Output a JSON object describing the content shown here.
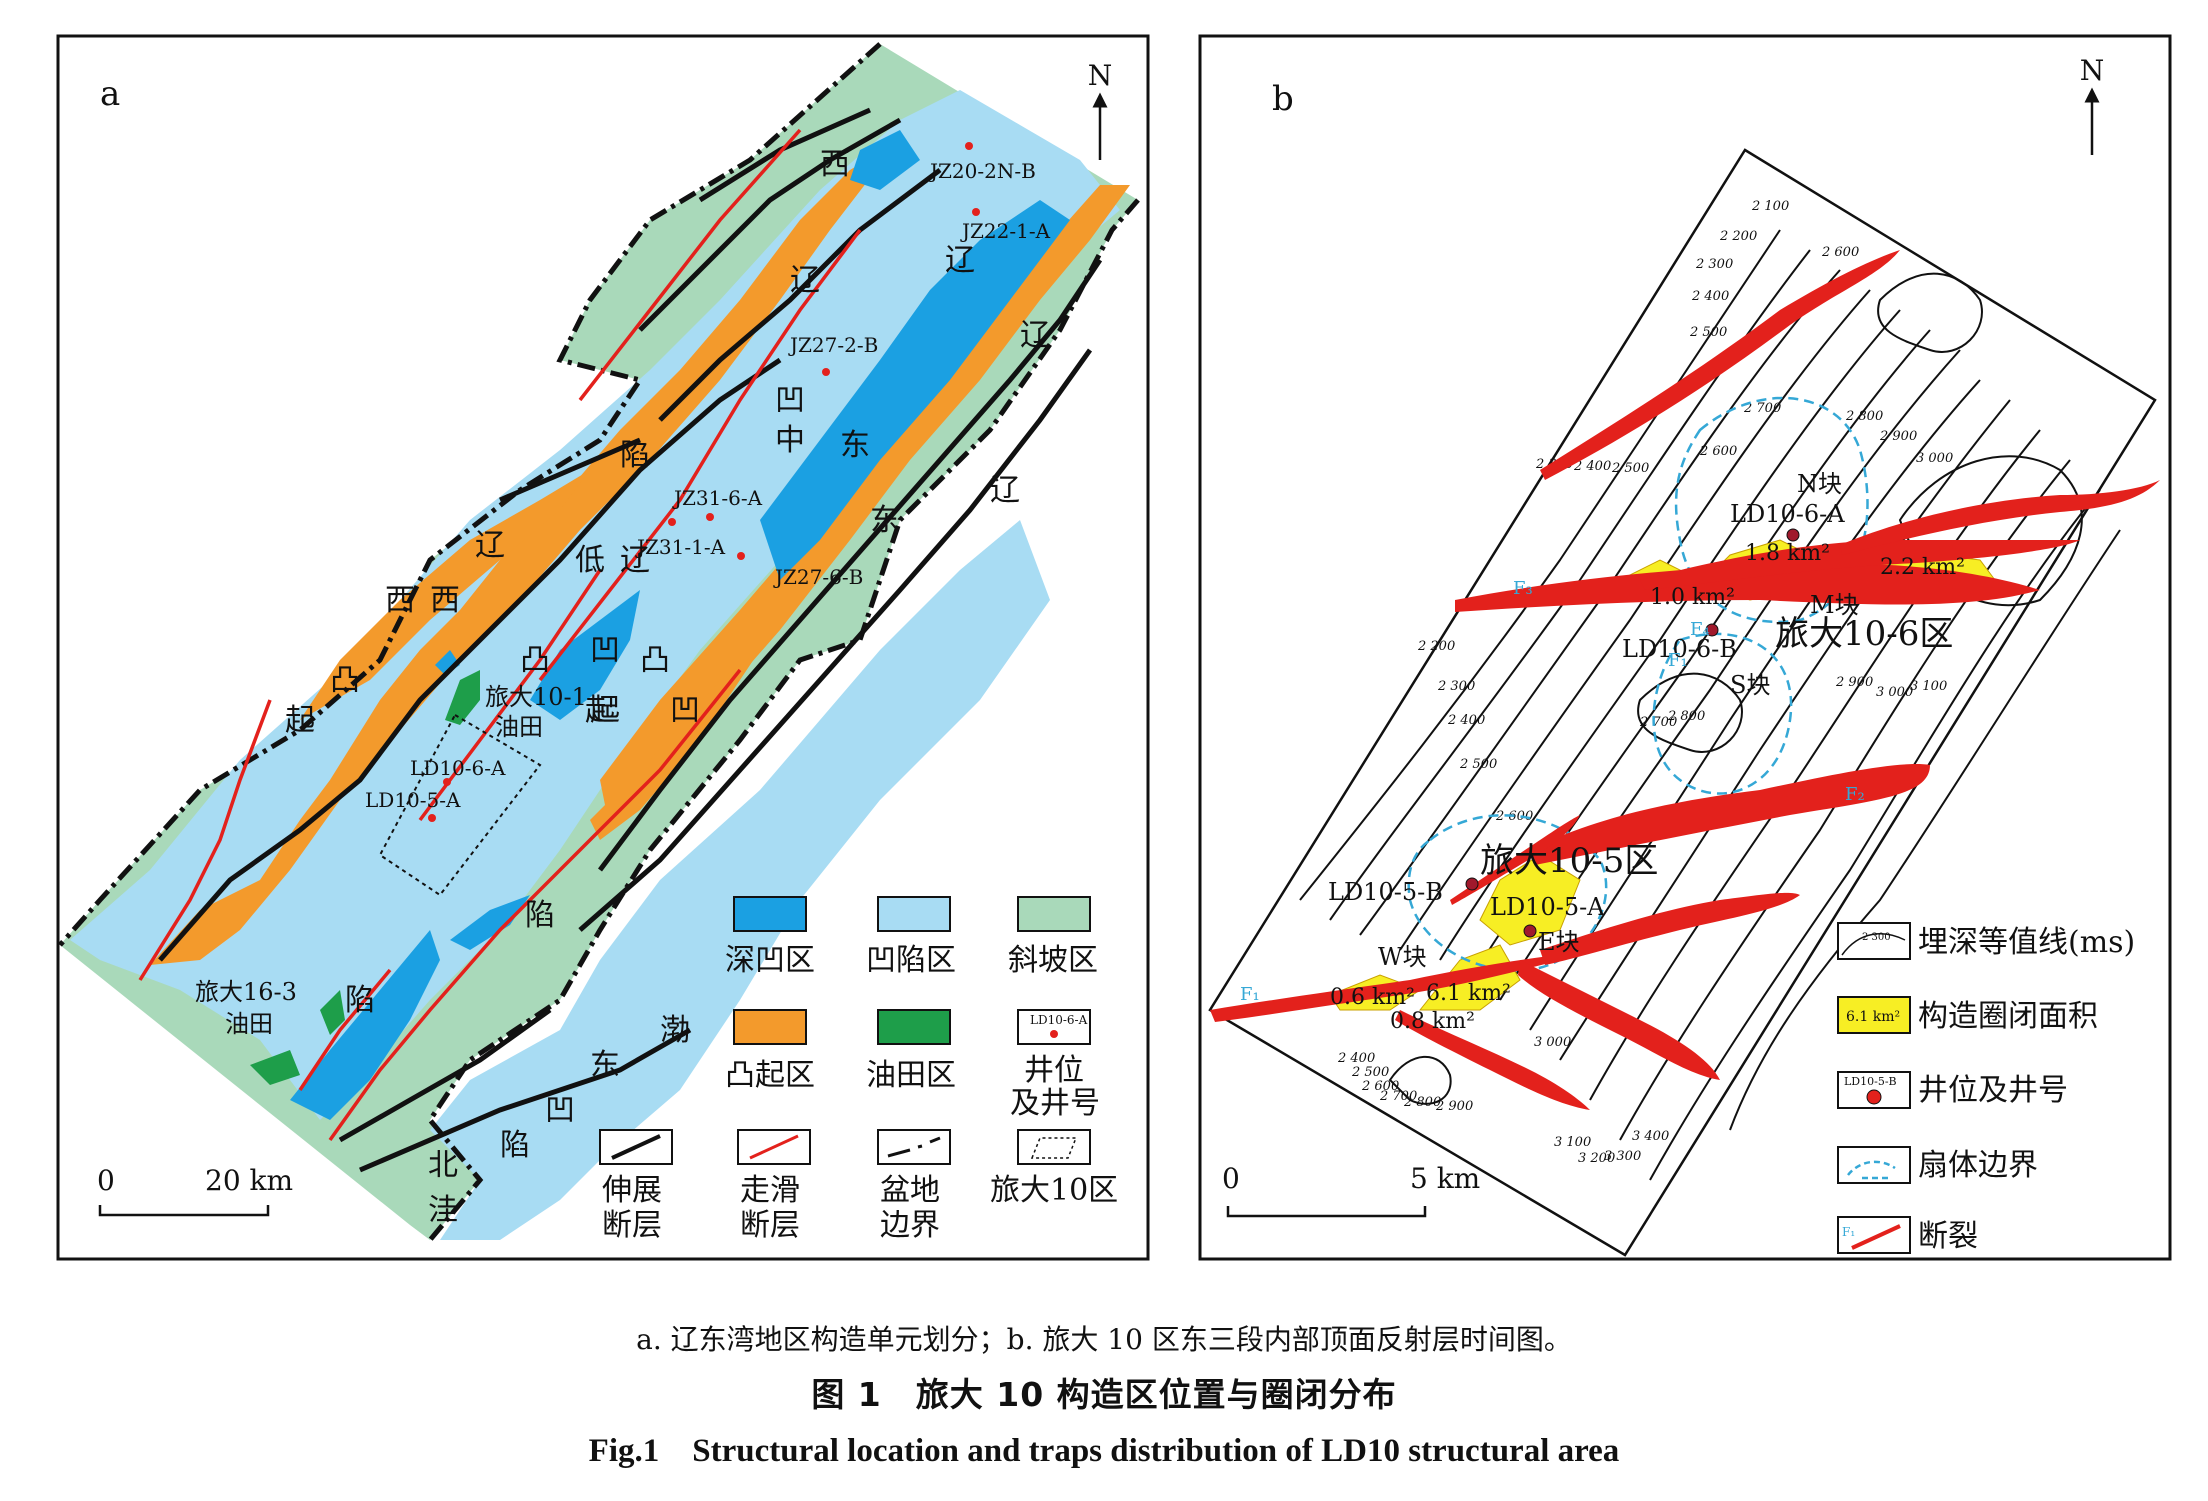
{
  "panel_a": {
    "letter": "a",
    "north": "N",
    "scale": {
      "zero": "0",
      "distance": "20 km"
    },
    "units": [
      "西",
      "辽",
      "凹",
      "陷",
      "辽",
      "西",
      "凸",
      "起",
      "辽",
      "西",
      "低",
      "凸",
      "起",
      "辽",
      "中",
      "凹",
      "陷",
      "辽",
      "东",
      "凸",
      "起",
      "辽",
      "东",
      "凹",
      "陷",
      "渤",
      "东",
      "凹",
      "陷",
      "北",
      "洼"
    ],
    "oilfields": [
      "旅大10-1",
      "油田",
      "旅大16-3",
      "油田"
    ],
    "wells": [
      "JZ20-2N-B",
      "JZ22-1-A",
      "JZ27-2-B",
      "JZ31-6-A",
      "JZ31-1-A",
      "JZ27-6-B",
      "LD10-6-A",
      "LD10-5-A"
    ],
    "legend": {
      "deep_sag": "深凹区",
      "sag": "凹陷区",
      "slope": "斜坡区",
      "uplift": "凸起区",
      "oilfield": "油田区",
      "well_sample": "LD10-6-A",
      "well_line1": "井位",
      "well_line2": "及井号",
      "ext_fault_1": "伸展",
      "ext_fault_2": "断层",
      "ss_fault_1": "走滑",
      "ss_fault_2": "断层",
      "basin_1": "盆地",
      "basin_2": "边界",
      "ld10_area": "旅大10区"
    }
  },
  "panel_b": {
    "letter": "b",
    "north": "N",
    "scale": {
      "zero": "0",
      "distance": "5 km"
    },
    "blocks": [
      "N块",
      "M块",
      "S块",
      "W块",
      "E块"
    ],
    "areas": [
      "旅大10-6区",
      "旅大10-5区"
    ],
    "wells": [
      "LD10-6-A",
      "LD10-6-B",
      "LD10-5-B",
      "LD10-5-A"
    ],
    "closures": [
      "1.8 km²",
      "2.2 km²",
      "1.0 km²",
      "0.6 km²",
      "6.1 km²",
      "0.8 km²"
    ],
    "faults": [
      "F₁",
      "F₂",
      "F₃",
      "F₄",
      "F₁"
    ],
    "contours": [
      "2 100",
      "2 200",
      "2 300",
      "2 400",
      "2 500",
      "2 600",
      "2 300",
      "2 400",
      "2 500",
      "2 600",
      "2 700",
      "2 800",
      "2 900",
      "3 000",
      "2 200",
      "2 300",
      "2 400",
      "2 500",
      "2 600",
      "2 700",
      "2 800",
      "2 900",
      "3 000",
      "3 100",
      "2 400",
      "2 500",
      "2 600",
      "2 700",
      "2 800",
      "2 900",
      "3 000",
      "3 100",
      "3 200",
      "3 300",
      "3 400"
    ],
    "legend": {
      "contour_sample": "2 300",
      "contour": "埋深等值线(ms)",
      "closure_sample": "6.1 km²",
      "closure": "构造圈闭面积",
      "well_sample": "LD10-5-B",
      "well": "井位及井号",
      "fan": "扇体边界",
      "fault_sample": "F₁",
      "fault": "断裂"
    }
  },
  "caption": {
    "sub": "a. 辽东湾地区构造单元划分；b. 旅大 10 区东三段内部顶面反射层时间图。",
    "cn": "图 1　旅大 10 构造区位置与圈闭分布",
    "en": "Fig.1　Structural location and traps distribution of LD10 structural area"
  },
  "colors": {
    "deep_sag": "#1ba0e2",
    "sag": "#a8dcf3",
    "slope": "#a9d9ba",
    "uplift": "#f39a2c",
    "oilfield": "#1e9e4a",
    "fault_red": "#e3211c",
    "closure_yellow": "#f7ee24",
    "fan_border": "#35a8d6"
  }
}
